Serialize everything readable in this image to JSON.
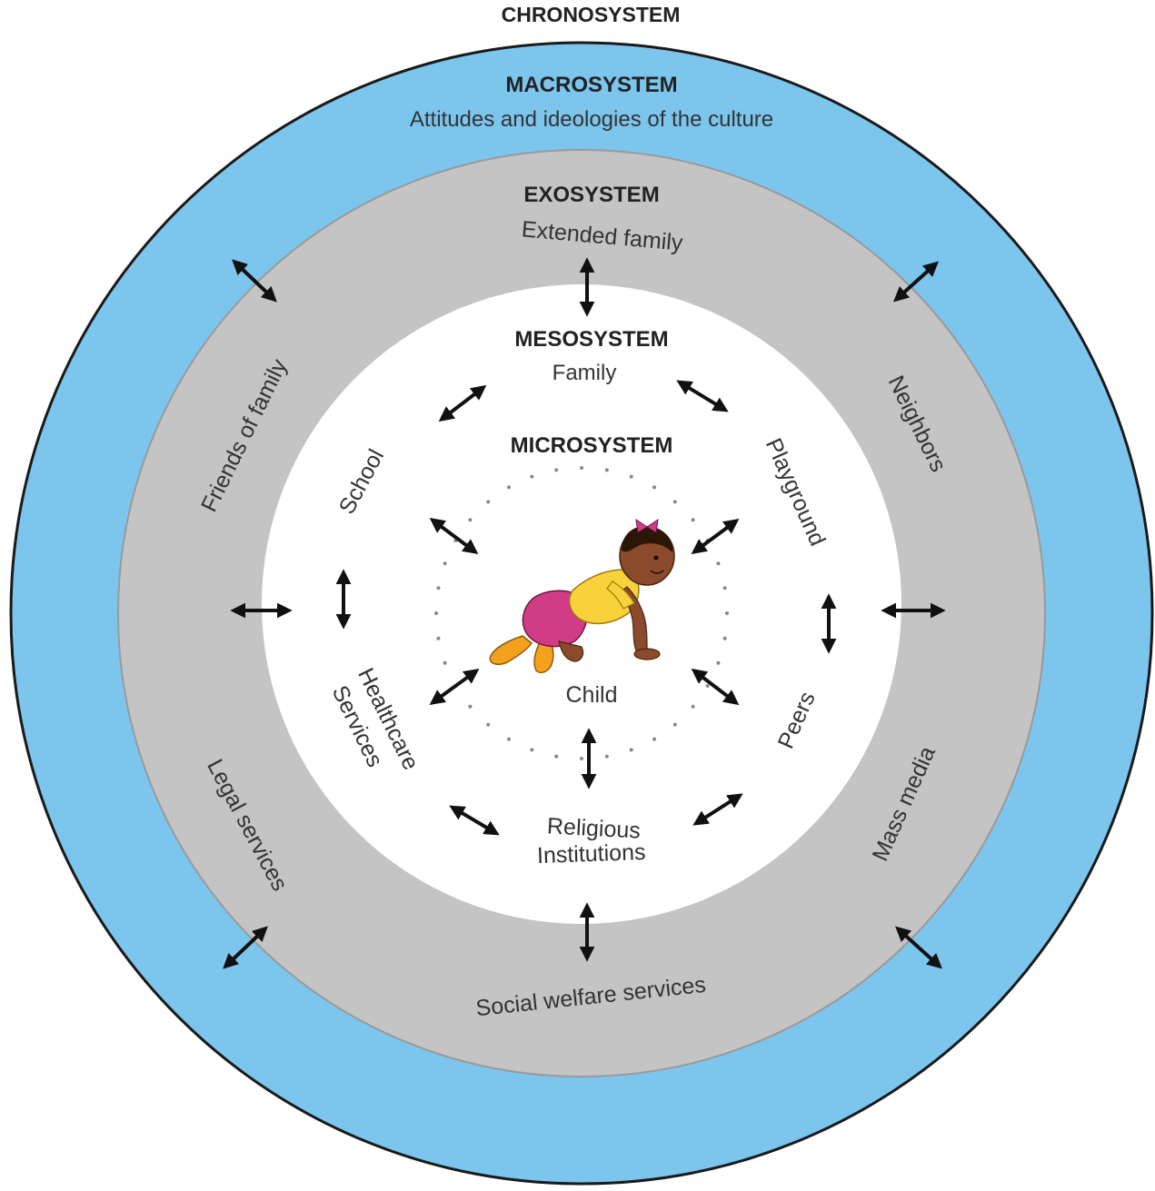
{
  "diagram": {
    "chronosystem": "CHRONOSYSTEM",
    "macrosystem": {
      "title": "MACROSYSTEM",
      "description": "Attitudes and ideologies of the culture"
    },
    "exosystem": {
      "title": "EXOSYSTEM",
      "items": {
        "extended_family": "Extended family",
        "friends_of_family": "Friends of family",
        "neighbors": "Neighbors",
        "legal_services": "Legal services",
        "mass_media": "Mass media",
        "social_welfare": "Social welfare services"
      }
    },
    "mesosystem": {
      "title": "MESOSYSTEM",
      "family": "Family"
    },
    "microsystem": {
      "title": "MICROSYSTEM",
      "items": {
        "school": "School",
        "playground": "Playground",
        "healthcare_line1": "Healthcare",
        "healthcare_line2": "Services",
        "peers": "Peers",
        "religious_line1": "Religious",
        "religious_line2": "Institutions"
      }
    },
    "center": "Child",
    "colors": {
      "macro_ring": "#7cc6ee",
      "exo_ring": "#c4c4c4",
      "meso_disc": "#ffffff",
      "outline": "#1a1a1a"
    }
  }
}
